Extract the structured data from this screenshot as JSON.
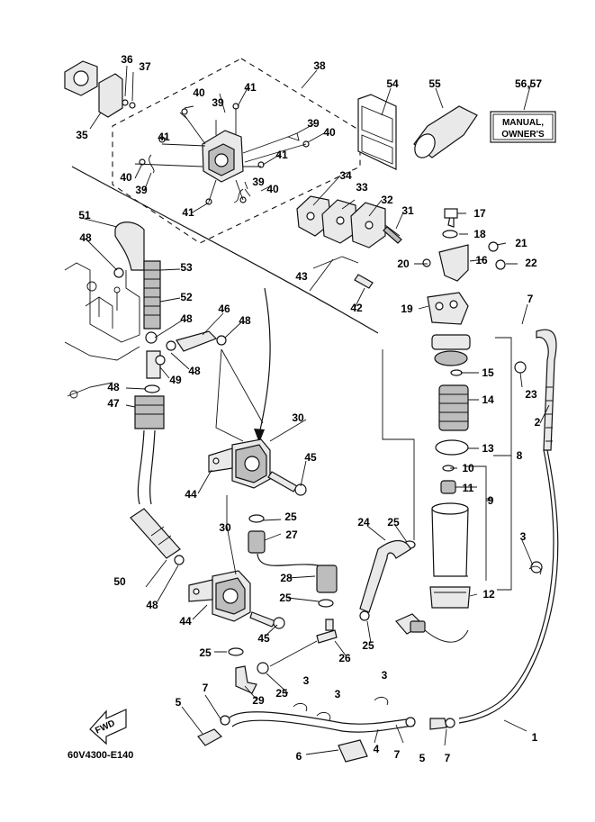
{
  "diagram": {
    "code": "60V4300-E140",
    "manual_box": {
      "line1": "MANUAL,",
      "line2": "OWNER'S"
    },
    "fwd_label": "FWD",
    "callouts": {
      "c1": "1",
      "c2": "2",
      "c3a": "3",
      "c3b": "3",
      "c3c": "3",
      "c3d": "3",
      "c4": "4",
      "c5a": "5",
      "c5b": "5",
      "c6": "6",
      "c7a": "7",
      "c7b": "7",
      "c7c": "7",
      "c7d": "7",
      "c8": "8",
      "c9": "9",
      "c10": "10",
      "c11": "11",
      "c12": "12",
      "c13": "13",
      "c14": "14",
      "c15": "15",
      "c16": "16",
      "c17": "17",
      "c18": "18",
      "c19": "19",
      "c20": "20",
      "c21": "21",
      "c22": "22",
      "c23": "23",
      "c24": "24",
      "c25a": "25",
      "c25b": "25",
      "c25c": "25",
      "c25d": "25",
      "c25e": "25",
      "c25f": "25",
      "c26": "26",
      "c27": "27",
      "c28": "28",
      "c29": "29",
      "c30a": "30",
      "c30b": "30",
      "c31": "31",
      "c32": "32",
      "c33": "33",
      "c34": "34",
      "c35": "35",
      "c36": "36",
      "c37": "37",
      "c38": "38",
      "c39a": "39",
      "c39b": "39",
      "c39c": "39",
      "c39d": "39",
      "c40a": "40",
      "c40b": "40",
      "c40c": "40",
      "c40d": "40",
      "c41a": "41",
      "c41b": "41",
      "c41c": "41",
      "c41d": "41",
      "c42": "42",
      "c43": "43",
      "c44a": "44",
      "c44b": "44",
      "c45a": "45",
      "c45b": "45",
      "c46": "46",
      "c47": "47",
      "c48a": "48",
      "c48b": "48",
      "c48c": "48",
      "c48d": "48",
      "c48e": "48",
      "c48f": "48",
      "c49": "49",
      "c50": "50",
      "c51": "51",
      "c52": "52",
      "c53": "53",
      "c54": "54",
      "c55": "55",
      "c5657": "56,57"
    }
  }
}
